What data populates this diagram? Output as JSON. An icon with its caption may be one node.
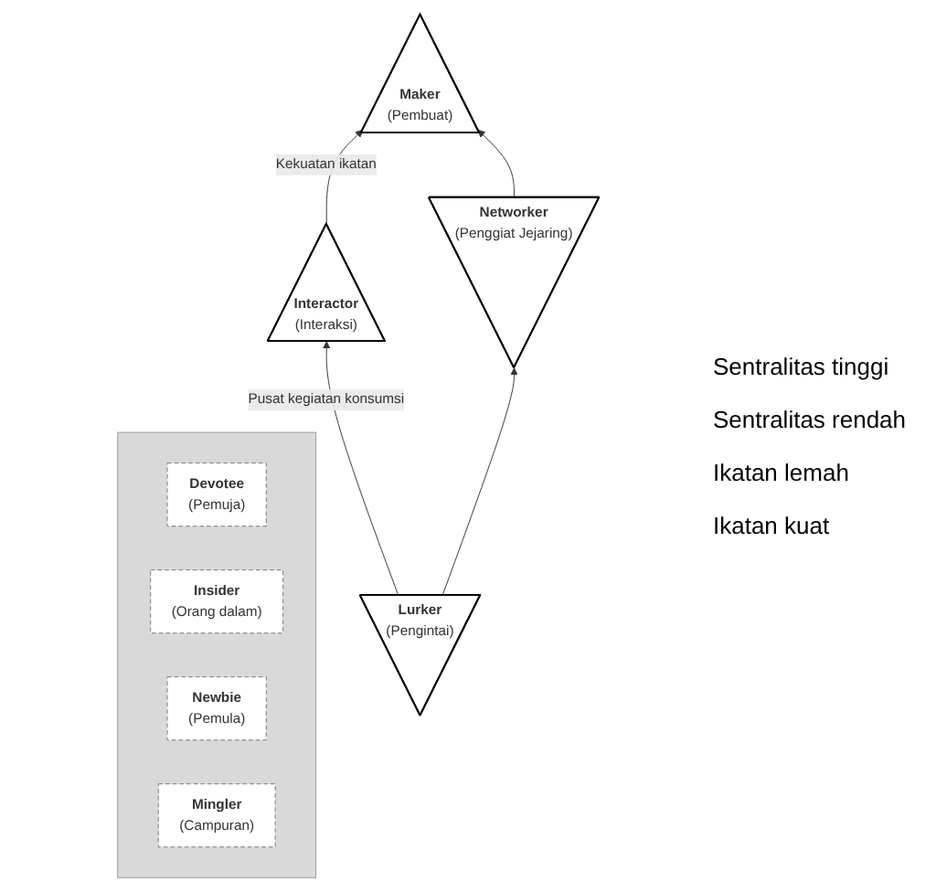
{
  "diagram": {
    "nodes": [
      {
        "text": [
          "Interactor",
          "(Interaksi)"
        ]
      },
      {
        "text": [
          "Maker",
          "(Pembuat)"
        ]
      },
      {
        "text": [],
        "shape": "box"
      },
      {
        "text": [
          "Devotee",
          "(Pemuja)"
        ],
        "in": 2
      },
      {
        "text": [
          "Insider",
          "(Orang dalam)"
        ],
        "in": 2
      },
      {
        "text": [
          "Newbie",
          "(Pemula)"
        ],
        "in": 2
      },
      {
        "text": [
          "Mingler",
          "(Campuran)"
        ],
        "in": 2
      },
      {
        "text": [
          "Lurker",
          "(Pengintai)"
        ]
      },
      {
        "text": [
          "Networker",
          "(Penggiat Jejaring)"
        ]
      }
    ],
    "edges": [
      {
        "from": 0,
        "to": 1,
        "arrow": "to",
        "label": "Kekuatan ikatan"
      },
      {
        "from": 7,
        "to": 0,
        "arrow": "to",
        "label": "Pusat kegiatan konsumsi"
      },
      {
        "from": 8,
        "to": 1,
        "arrow": "to"
      },
      {
        "from": 7,
        "to": 8,
        "arrow": "to"
      }
    ],
    "labels": [
      "Sentralitas tinggi",
      "Sentralitas rendah",
      "Ikatan lemah",
      "Ikatan kuat"
    ]
  }
}
